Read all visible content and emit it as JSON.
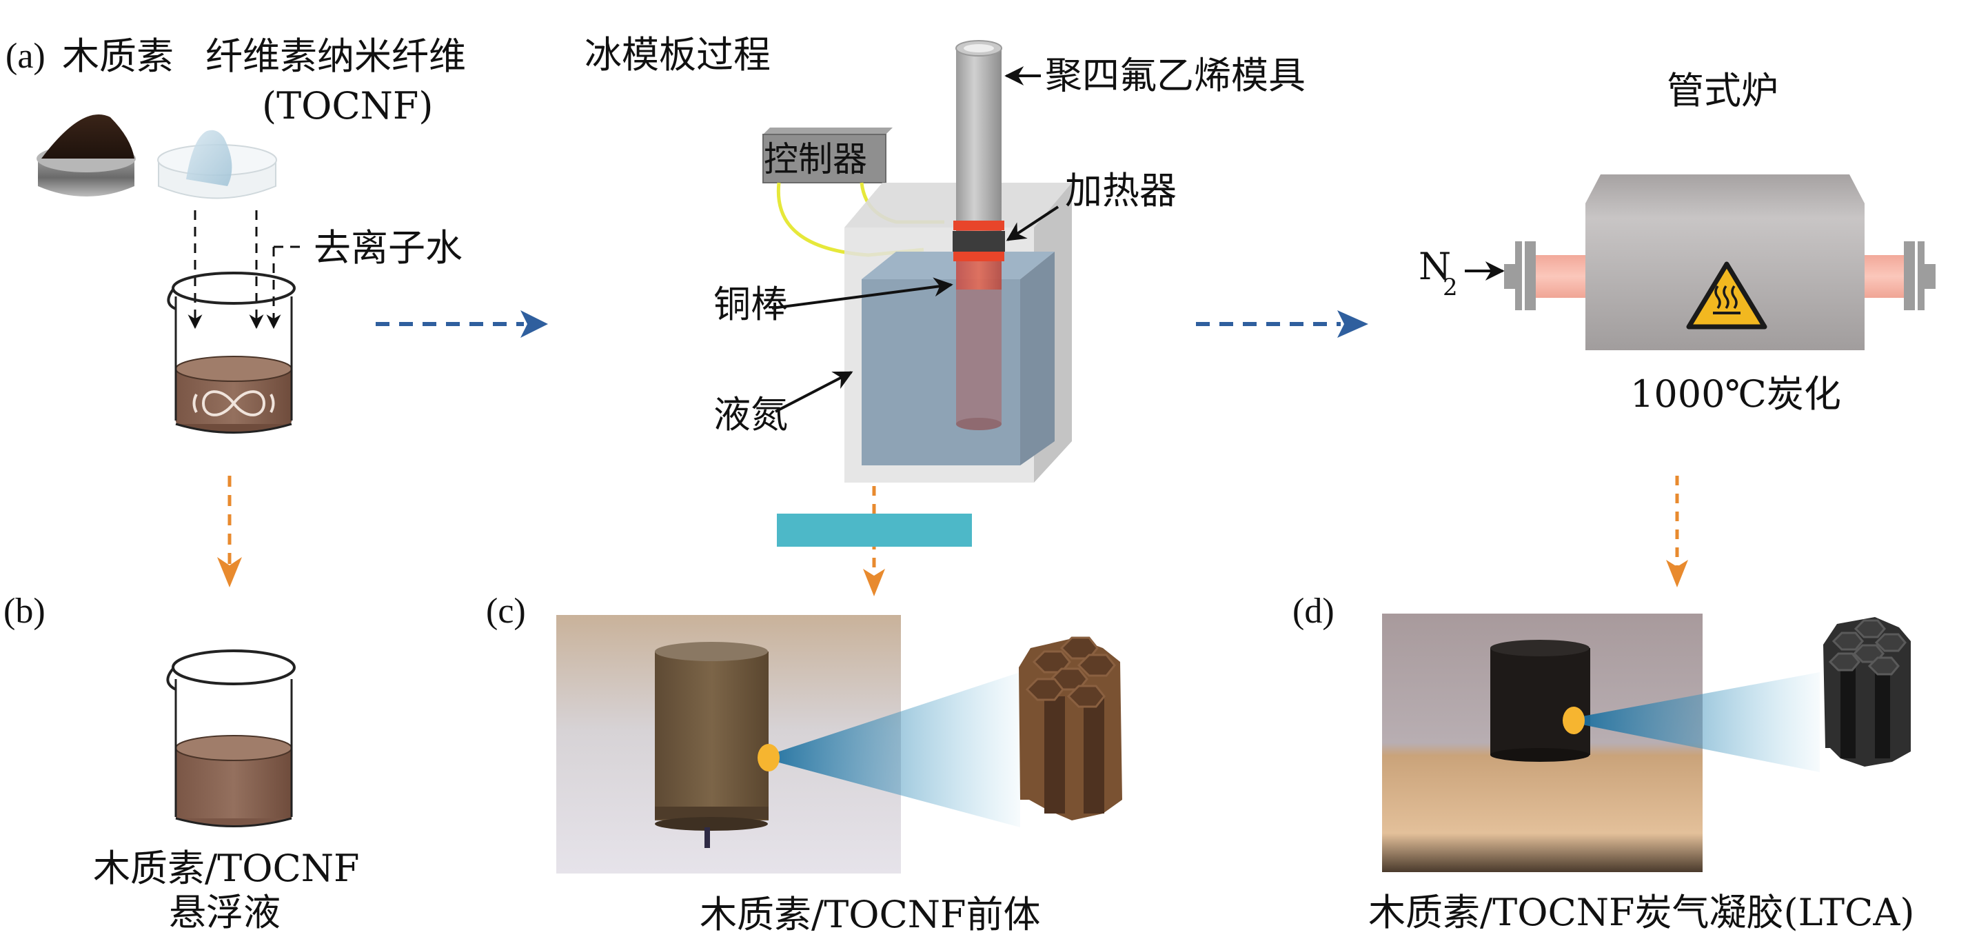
{
  "panels": {
    "a": "(a)",
    "b": "(b)",
    "c": "(c)",
    "d": "(d)"
  },
  "step_a": {
    "lignin_label": "木质素",
    "tocnf_label_line1": "纤维素纳米纤维",
    "tocnf_label_line2": "(TOCNF)",
    "water_label": "去离子水",
    "stirring_icon": "infinity-stir-icon"
  },
  "ice_template": {
    "title": "冰模板过程",
    "controller_label": "控制器",
    "ptfe_mold_label": "聚四氟乙烯模具",
    "heater_label": "加热器",
    "copper_rod_label": "铜棒",
    "liquid_nitrogen_label": "液氮"
  },
  "furnace": {
    "title": "管式炉",
    "gas_label": "N",
    "gas_subscript": "2",
    "carbonization_label": "1000℃炭化",
    "warning_icon": "hot-surface-warning-icon"
  },
  "step_b": {
    "label_line1": "木质素/TOCNF",
    "label_line2": "悬浮液"
  },
  "step_c": {
    "label": "木质素/TOCNF前体"
  },
  "step_d": {
    "label": "木质素/TOCNF炭气凝胶(LTCA)"
  },
  "colors": {
    "flow_arrow_blue": "#2f5f9e",
    "flow_arrow_orange": "#e88a2e",
    "freeze_dry_bar": "#4db8c8",
    "suspension_brown": "#8a6652",
    "precursor_brown": "#7a5232",
    "carbon_black": "#2b2b2b",
    "zoom_cone_blue": "#1f78a8",
    "highlight_dot": "#f6b530"
  }
}
